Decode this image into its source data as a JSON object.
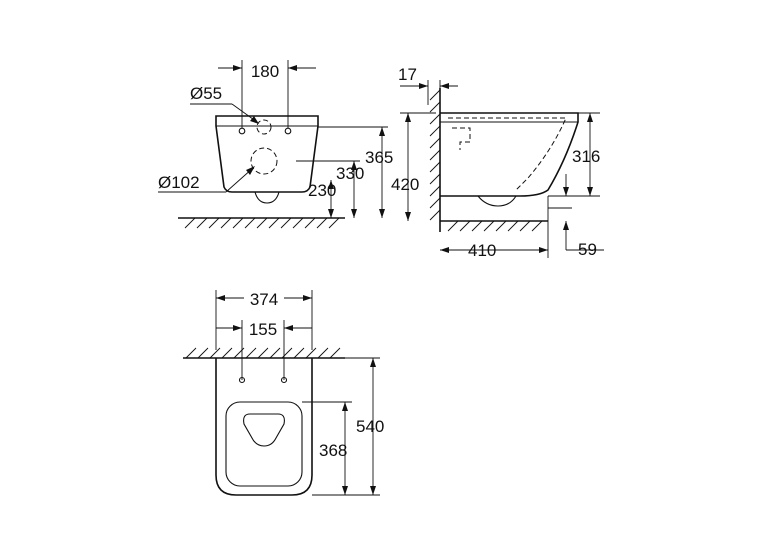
{
  "colors": {
    "line": "#111111",
    "background": "#ffffff"
  },
  "front_view": {
    "dim_pipe_spacing": "180",
    "dim_small_hole": "Ø55",
    "dim_large_hole": "Ø102",
    "dim_365": "365",
    "dim_330": "330",
    "dim_230": "230"
  },
  "side_view": {
    "dim_wall_gap": "17",
    "dim_height_420": "420",
    "dim_bowl_316": "316",
    "dim_depth_410": "410",
    "dim_59": "59"
  },
  "top_view": {
    "dim_width_374": "374",
    "dim_bolt_155": "155",
    "dim_length_540": "540",
    "dim_seat_368": "368"
  }
}
